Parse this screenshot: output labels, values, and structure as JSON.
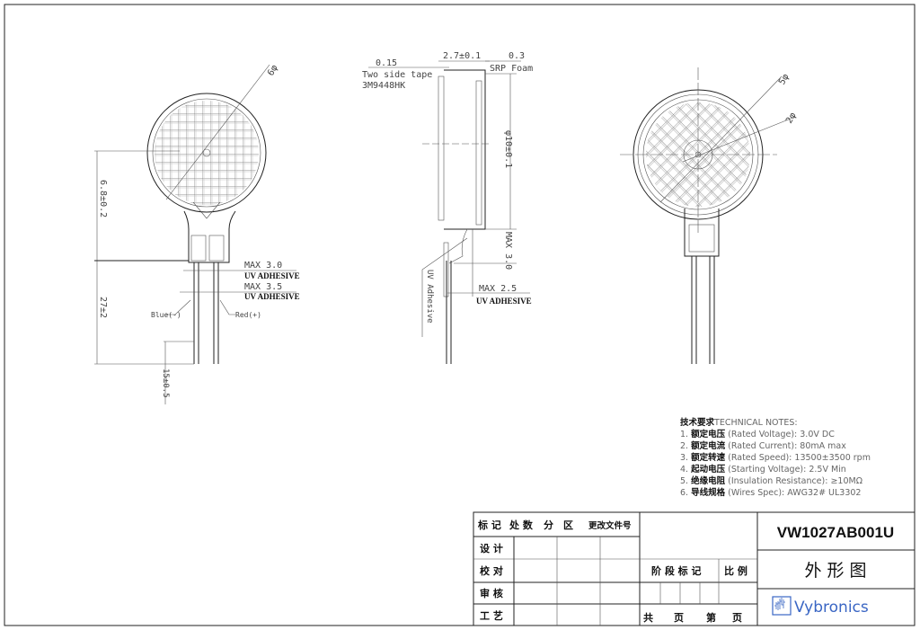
{
  "left_view": {
    "diameter": "6φ",
    "dim_height": "6.8±0.2",
    "dim_lead": "27±2",
    "dim_strip": "15±0.5",
    "max1": "MAX 3.0",
    "adhesive1": "UV ADHESIVE",
    "max2": "MAX 3.5",
    "adhesive2": "UV ADHESIVE",
    "wire_blue": "Blue(-)",
    "wire_red": "Red(+)"
  },
  "side_view": {
    "tape_thickness": "0.15",
    "tape_label": "Two side tape",
    "tape_part": "3M9448HK",
    "thickness": "2.7±0.1",
    "foam_thickness": "0.3",
    "foam_label": "SRP Foam",
    "diameter": "φ10±0.1",
    "max_height": "MAX 3.0",
    "max_width": "MAX 2.5",
    "adhesive": "UV ADHESIVE",
    "adhesive_leader": "UV Adhesive"
  },
  "right_view": {
    "outer_diameter": "5φ",
    "inner_diameter": "2φ"
  },
  "notes": {
    "heading_cn": "技术要求",
    "heading_en": "TECHNICAL NOTES:",
    "items": [
      {
        "num": "1.",
        "cn": "额定电压",
        "en": "(Rated Voltage): 3.0V DC"
      },
      {
        "num": "2.",
        "cn": "额定电流",
        "en": "(Rated Current): 80mA max"
      },
      {
        "num": "3.",
        "cn": "额定转速",
        "en": "(Rated Speed): 13500±3500 rpm"
      },
      {
        "num": "4.",
        "cn": "起动电压",
        "en": "(Starting Voltage): 2.5V Min"
      },
      {
        "num": "5.",
        "cn": "绝缘电阻",
        "en": "(Insulation Resistance): ≥10MΩ"
      },
      {
        "num": "6.",
        "cn": "导线规格",
        "en": "(Wires Spec): AWG32# UL3302"
      }
    ]
  },
  "title_block": {
    "h_mark": "标 记",
    "h_count": "处 数",
    "h_zone": "分　区",
    "h_change": "更改文件号",
    "design": "设 计",
    "check": "校 对",
    "review": "审 核",
    "process": "工 艺",
    "stage_mark": "阶 段 标 记",
    "scale": "比 例",
    "total": "共",
    "page1": "页",
    "sheet": "第",
    "page2": "页",
    "part_number": "VW1027AB001U",
    "drawing_title": "外 形 图",
    "brand": "Vybronics"
  }
}
